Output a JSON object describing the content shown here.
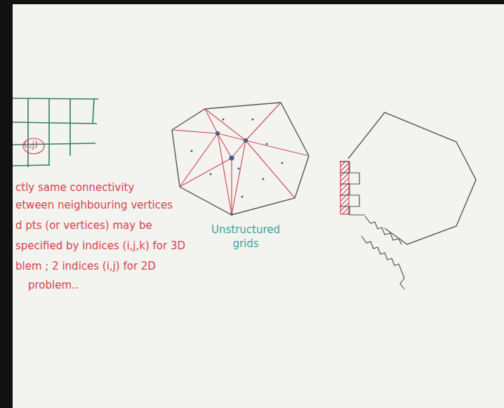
{
  "diagram": {
    "labels": [
      "(i,j)",
      "ctly same connectivity",
      "etween neighbouring vertices",
      "d pts (or vertices) may be",
      "specified by indices (i,j,k) for 3D",
      "blem ; 2 indices (i,j) for 2D",
      "problem..",
      "Unstructured grids"
    ]
  }
}
